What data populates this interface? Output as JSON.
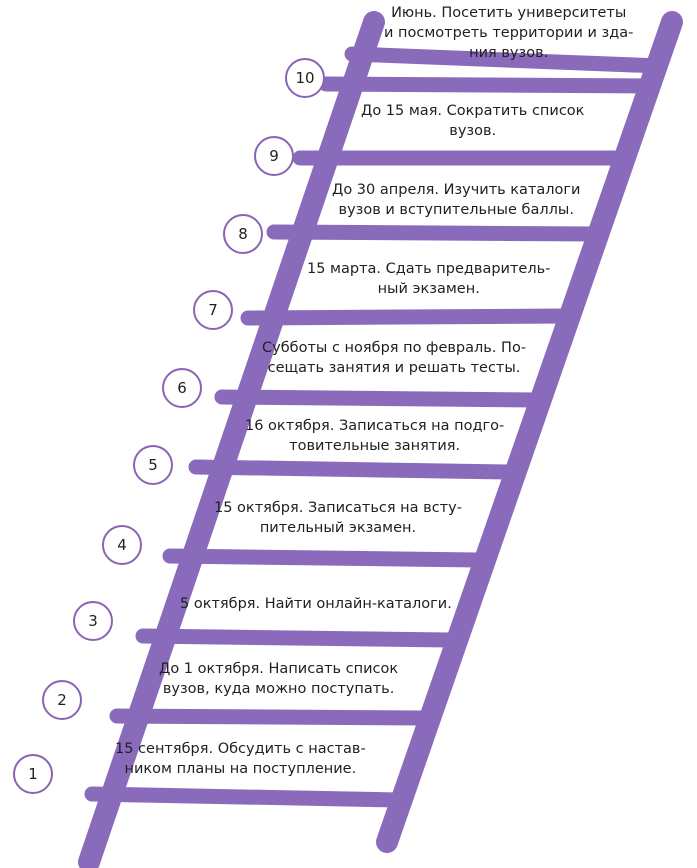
{
  "colors": {
    "ladder": "#8a6bbb",
    "badge_border": "#8a64b4",
    "text": "#231f20"
  },
  "steps": [
    {
      "number": "1",
      "lines": [
        "15 сентября. Обсудить с настав-",
        "ником планы на поступление."
      ]
    },
    {
      "number": "2",
      "lines": [
        "До 1 октября. Написать список",
        "вузов, куда можно поступать."
      ]
    },
    {
      "number": "3",
      "lines": [
        "5 октября. Найти онлайн-каталоги."
      ]
    },
    {
      "number": "4",
      "lines": [
        "15 октября. Записаться на всту-",
        "пительный экзамен."
      ]
    },
    {
      "number": "5",
      "lines": [
        "16 октября. Записаться на подго-",
        "товительные занятия."
      ]
    },
    {
      "number": "6",
      "lines": [
        "Субботы с ноября по февраль. По-",
        "сещать занятия и решать тесты."
      ]
    },
    {
      "number": "7",
      "lines": [
        "15 марта. Сдать предваритель-",
        "ный экзамен."
      ]
    },
    {
      "number": "8",
      "lines": [
        "До 30 апреля. Изучить каталоги",
        "вузов и вступительные баллы."
      ]
    },
    {
      "number": "9",
      "lines": [
        "До 15 мая. Сократить список",
        "вузов."
      ]
    },
    {
      "number": "10",
      "lines": [
        "Июнь. Посетить университеты",
        "и посмотреть территории и зда-",
        "ния вузов."
      ]
    }
  ]
}
